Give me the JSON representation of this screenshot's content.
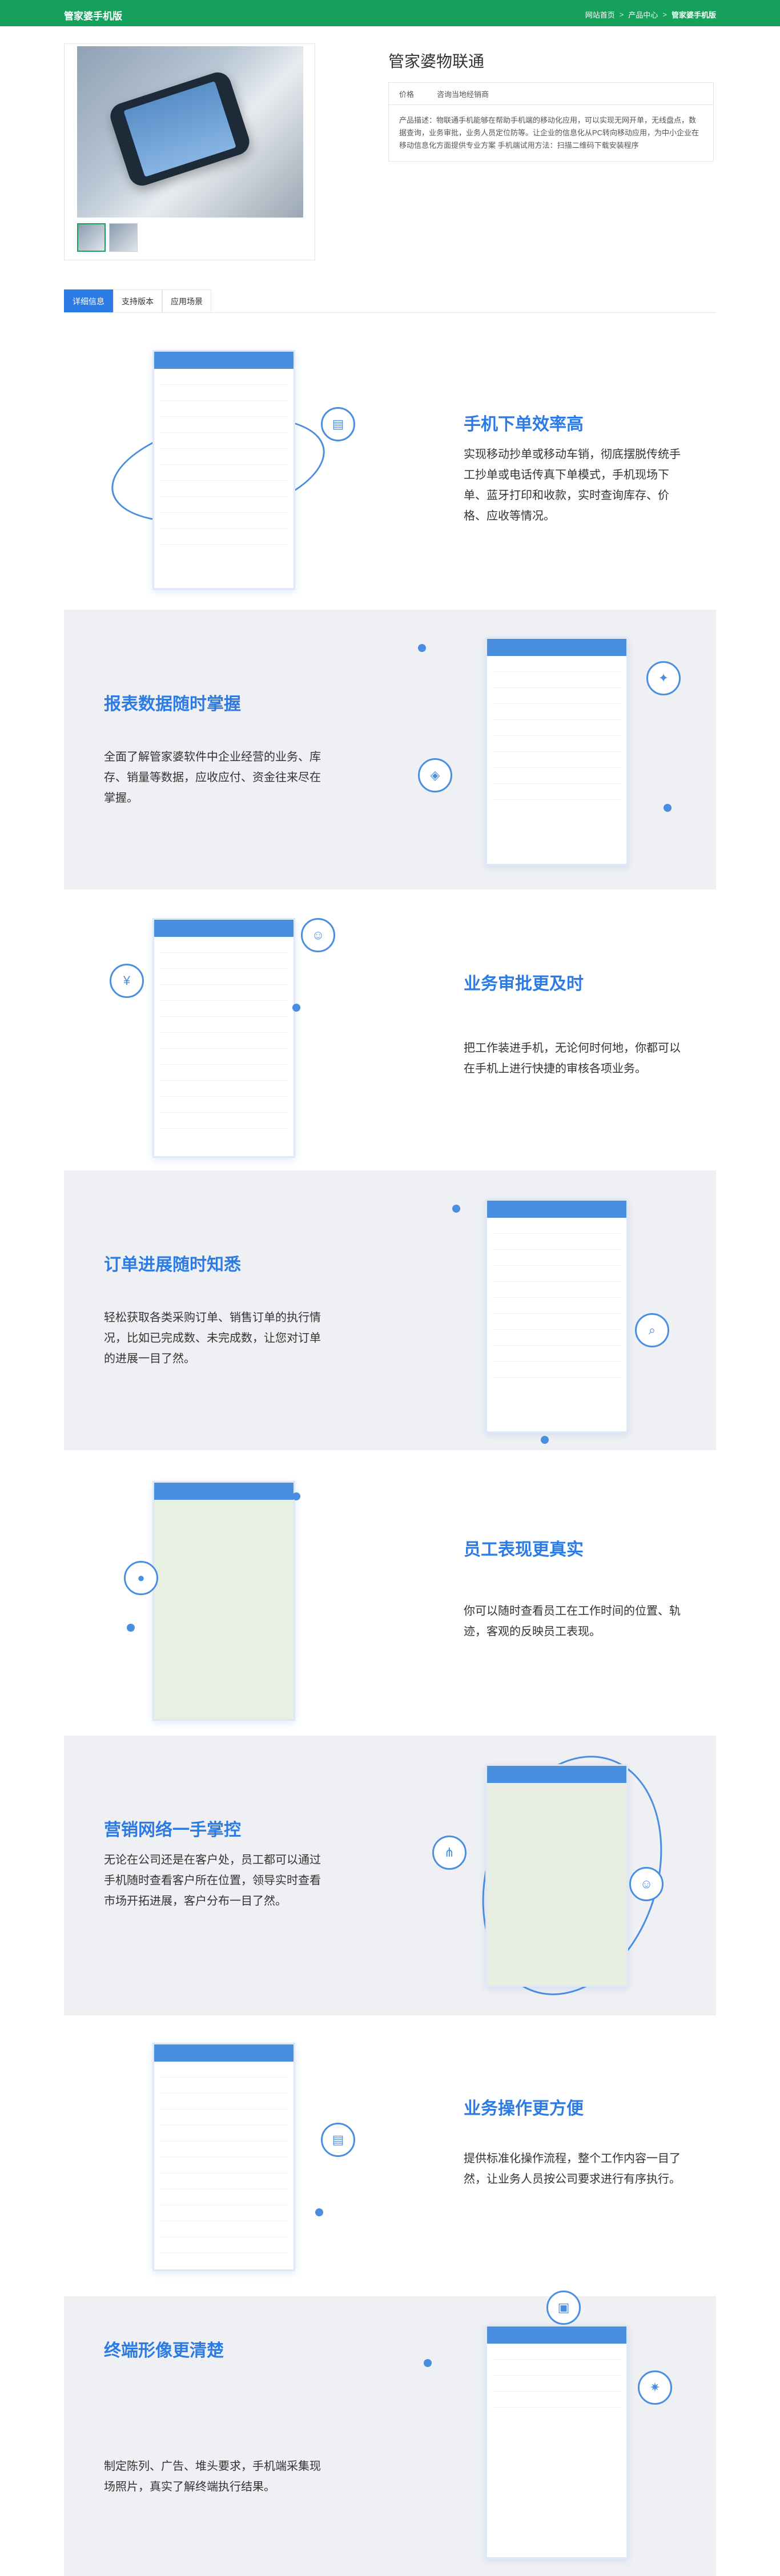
{
  "header": {
    "brand": "管家婆手机版",
    "breadcrumbs": [
      "网站首页",
      "产品中心",
      "管家婆手机版"
    ],
    "separator": ">"
  },
  "product": {
    "title": "管家婆物联通",
    "price_label": "价格",
    "price_value": "咨询当地经销商",
    "description": "产品描述：物联通手机能够在帮助手机端的移动化应用，可以实现无网开单，无线盘点，数据查询，业务审批，业务人员定位防等。让企业的信息化从PC转向移动应用，为中小企业在移动信息化方面提供专业方案 手机端试用方法：扫描二维码下载安装程序"
  },
  "tabs": [
    {
      "label": "详细信息",
      "active": true
    },
    {
      "label": "支持版本",
      "active": false
    },
    {
      "label": "应用场景",
      "active": false
    }
  ],
  "features": [
    {
      "title": "手机下单效率高",
      "text": "实现移动抄单或移动车销，彻底摆脱传统手工抄单或电话传真下单模式，手机现场下单、蓝牙打印和收款，实时查询库存、价格、应收等情况。"
    },
    {
      "title": "报表数据随时掌握",
      "text": "全面了解管家婆软件中企业经营的业务、库存、销量等数据，应收应付、资金往来尽在掌握。"
    },
    {
      "title": "业务审批更及时",
      "text": "把工作装进手机，无论何时何地，你都可以在手机上进行快捷的审核各项业务。"
    },
    {
      "title": "订单进展随时知悉",
      "text": "轻松获取各类采购订单、销售订单的执行情况，比如已完成数、未完成数，让您对订单的进展一目了然。"
    },
    {
      "title": "员工表现更真实",
      "text": "你可以随时查看员工在工作时间的位置、轨迹，客观的反映员工表现。"
    },
    {
      "title": "营销网络一手掌控",
      "text": "无论在公司还是在客户处，员工都可以通过手机随时查看客户所在位置，领导实时查看市场开拓进展，客户分布一目了然。"
    },
    {
      "title": "业务操作更方便",
      "text": "提供标准化操作流程，整个工作内容一目了然，让业务人员按公司要求进行有序执行。"
    },
    {
      "title": "终端形像更清楚",
      "text": "制定陈列、广告、堆头要求，手机端采集现场照片，真实了解终端执行结果。"
    }
  ],
  "colors": {
    "brand_green": "#15a05b",
    "accent_blue": "#2c7be5",
    "section_gray": "#eff0f3"
  }
}
